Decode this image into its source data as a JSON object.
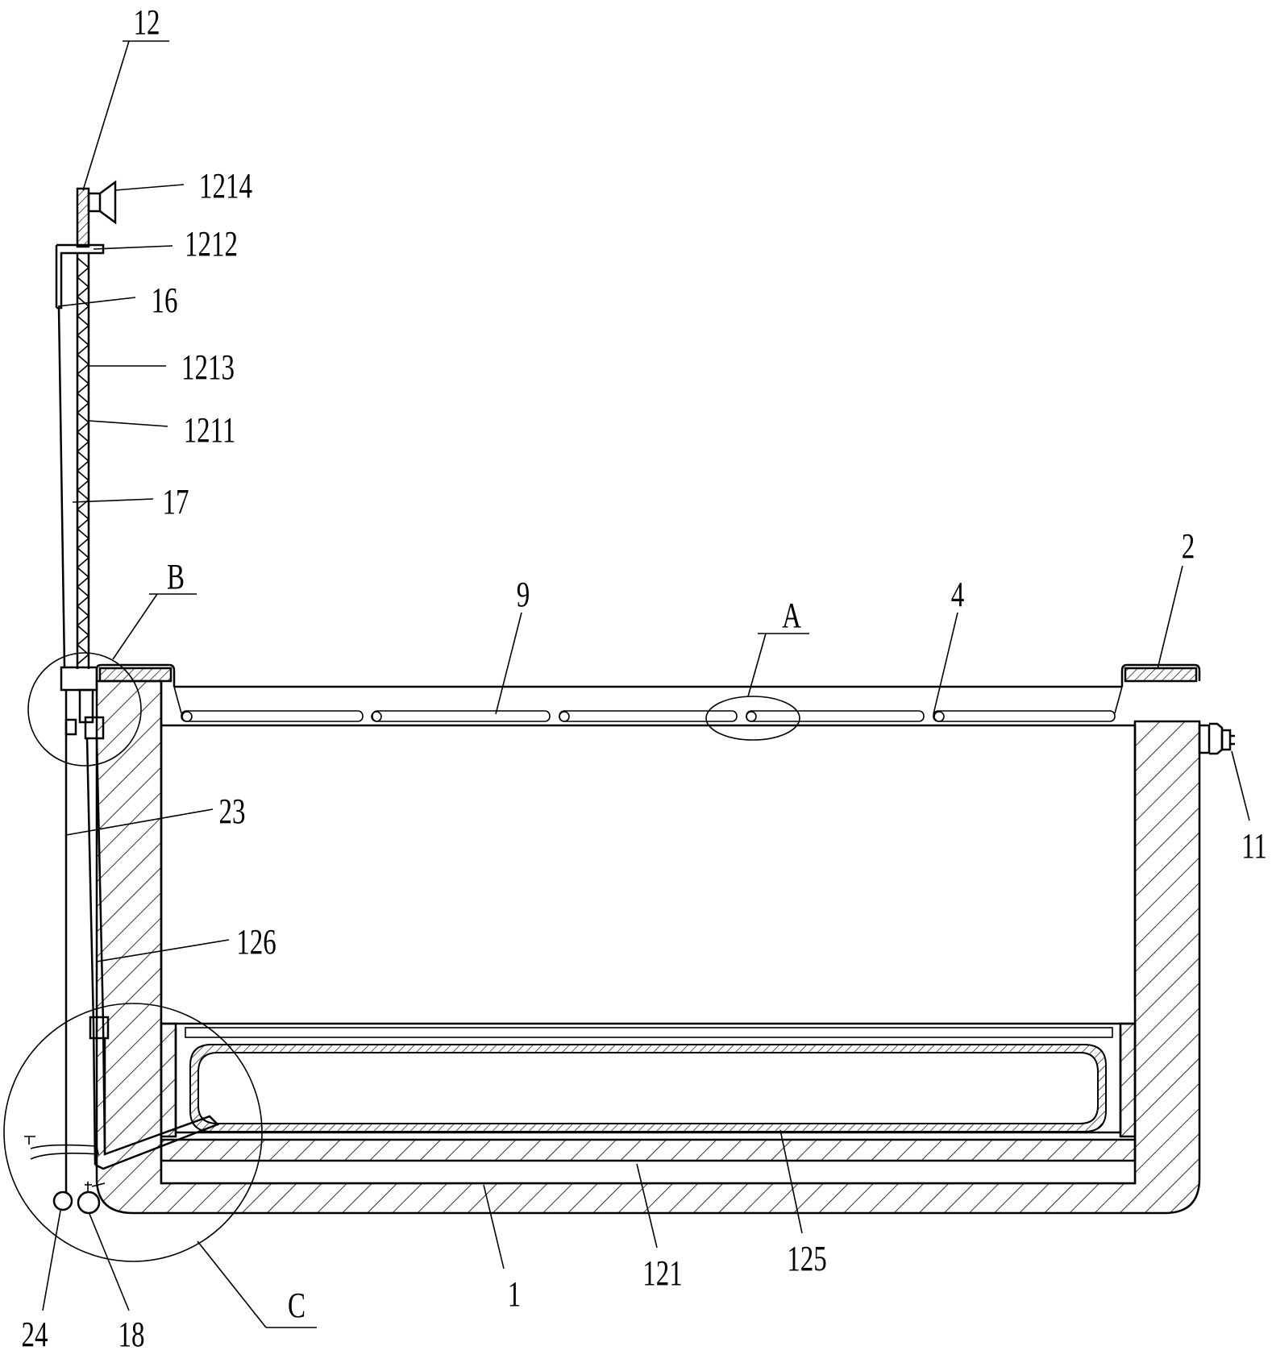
{
  "figure": {
    "labels": {
      "l12": "12",
      "l1214": "1214",
      "l1212": "1212",
      "l16": "16",
      "l1213": "1213",
      "l1211": "1211",
      "l17": "17",
      "lB": "B",
      "l9": "9",
      "lA": "A",
      "l4": "4",
      "l2": "2",
      "l11": "11",
      "l23": "23",
      "l126": "126",
      "l24": "24",
      "l18": "18",
      "lC": "C",
      "l1": "1",
      "l121": "121",
      "l125": "125"
    }
  }
}
